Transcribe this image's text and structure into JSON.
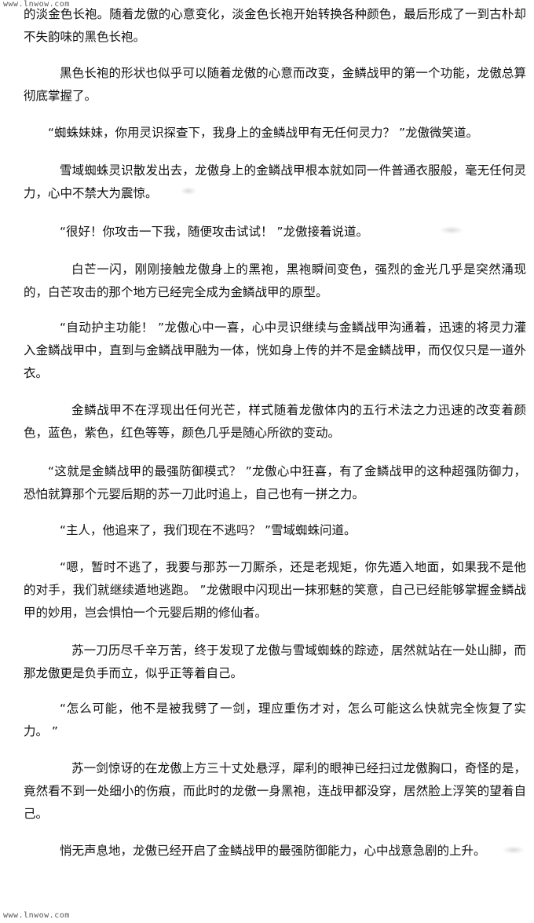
{
  "watermark": {
    "top": "www.lnwow.com",
    "bottom": "www.lnwow.com"
  },
  "paragraphs": [
    "的淡金色长袍。随着龙傲的心意变化，淡金色长袍开始转换各种颜色，最后形成了一到古朴却不失韵味的黑色长袍。",
    "黑色长袍的形状也似乎可以随着龙傲的心意而改变，金鳞战甲的第一个功能，龙傲总算彻底掌握了。",
    "“蜘蛛妹妹，你用灵识探查下，我身上的金鳞战甲有无任何灵力？ ”龙傲微笑道。",
    "雪域蜘蛛灵识散发出去，龙傲身上的金鳞战甲根本就如同一件普通衣服般，毫无任何灵力，心中不禁大为震惊。",
    "“很好！你攻击一下我，随便攻击试试！ ”龙傲接着说道。",
    "白芒一闪，刚刚接触龙傲身上的黑袍，黑袍瞬间变色，强烈的金光几乎是突然涌现的，白芒攻击的那个地方已经完全成为金鳞战甲的原型。",
    "“自动护主功能！ ”龙傲心中一喜，心中灵识继续与金鳞战甲沟通着，迅速的将灵力灌入金鳞战甲中，直到与金鳞战甲融为一体，恍如身上传的并不是金鳞战甲，而仅仅只是一道外衣。",
    "金鳞战甲不在浮现出任何光芒，样式随着龙傲体内的五行术法之力迅速的改变着颜色，蓝色，紫色，红色等等，颜色几乎是随心所欲的变动。",
    "“这就是金鳞战甲的最强防御模式？ ”龙傲心中狂喜，有了金鳞战甲的这种超强防御力，恐怕就算那个元婴后期的苏一刀此时追上，自己也有一拼之力。",
    "“主人，他追来了，我们现在不逃吗？ ”雪域蜘蛛问道。",
    "“嗯，暂时不逃了，我要与那苏一刀厮杀，还是老规矩，你先遁入地面，如果我不是他的对手，我们就继续遁地逃跑。 ”龙傲眼中闪现出一抹邪魅的笑意，自己已经能够掌握金鳞战甲的妙用，岂会惧怕一个元婴后期的修仙者。",
    "苏一刀历尽千辛万苦，终于发现了龙傲与雪域蜘蛛的踪迹，居然就站在一处山脚，而那龙傲更是负手而立，似乎正等着自己。",
    "“怎么可能，他不是被我劈了一剑，理应重伤才对，怎么可能这么快就完全恢复了实力。 ”",
    "苏一剑惊讶的在龙傲上方三十丈处悬浮，犀利的眼神已经扫过龙傲胸口，奇怪的是，竟然看不到一处细小的伤痕，而此时的龙傲一身黑袍，连战甲都没穿，居然脸上浮笑的望着自己。",
    "悄无声息地，龙傲已经开启了金鳞战甲的最强防御能力，心中战意急剧的上升。"
  ]
}
